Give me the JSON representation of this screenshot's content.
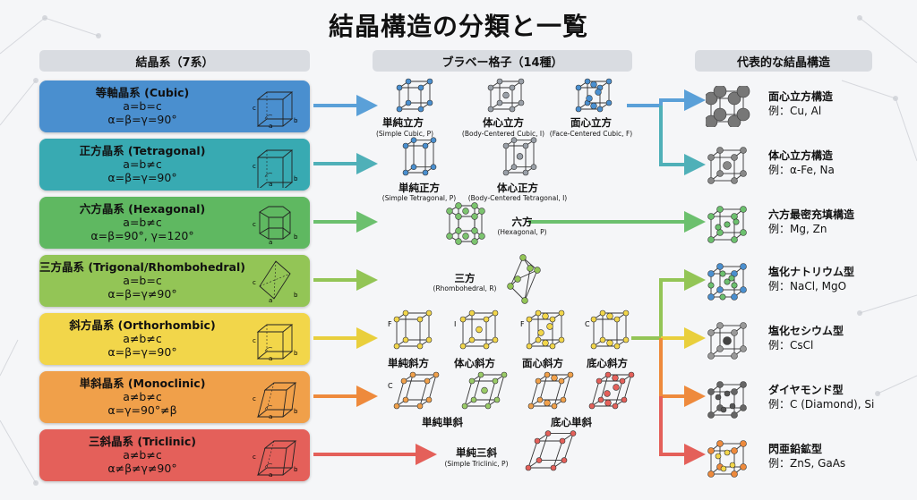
{
  "title": "結晶構造の分類と一覧",
  "headers": {
    "systems": "結晶系（7系）",
    "bravais": "ブラベー格子（14種）",
    "examples": "代表的な結晶構造"
  },
  "systems": [
    {
      "name": "等軸晶系 (Cubic)",
      "rel1": "a=b=c",
      "rel2": "α=β=γ=90°",
      "color": "#4a8fcf"
    },
    {
      "name": "正方晶系 (Tetragonal)",
      "rel1": "a=b≠c",
      "rel2": "α=β=γ=90°",
      "color": "#38aab2"
    },
    {
      "name": "六方晶系 (Hexagonal)",
      "rel1": "a=b≠c",
      "rel2": "α=β=90°, γ=120°",
      "color": "#5fb861"
    },
    {
      "name": "三方晶系 (Trigonal/Rhombohedral)",
      "rel1": "a=b=c",
      "rel2": "α=β=γ≠90°",
      "color": "#93c556"
    },
    {
      "name": "斜方晶系 (Orthorhombic)",
      "rel1": "a≠b≠c",
      "rel2": "α=β=γ=90°",
      "color": "#f2d64a"
    },
    {
      "name": "単斜晶系 (Monoclinic)",
      "rel1": "a≠b≠c",
      "rel2": "α=γ=90°≠β",
      "color": "#f0a04a"
    },
    {
      "name": "三斜晶系 (Triclinic)",
      "rel1": "a≠b≠c",
      "rel2": "α≠β≠γ≠90°",
      "color": "#e4605a"
    }
  ],
  "lattices": {
    "cubic_p": {
      "label": "単純立方",
      "sub": "(Simple Cubic, P)"
    },
    "cubic_i": {
      "label": "体心立方",
      "sub": "(Body-Centered Cubic, I)"
    },
    "cubic_f": {
      "label": "面心立方",
      "sub": "(Face-Centered Cubic, F)"
    },
    "tet_p": {
      "label": "単純正方",
      "sub": "(Simple Tetragonal, P)"
    },
    "tet_i": {
      "label": "体心正方",
      "sub": "(Body-Centered Tetragonal, I)"
    },
    "hex": {
      "label": "六方",
      "sub": "(Hexagonal, P)"
    },
    "rhombo": {
      "label": "三方",
      "sub": "(Rhombohedral, R)"
    },
    "ortho_p": {
      "label": "単純斜方"
    },
    "ortho_i": {
      "label": "体心斜方"
    },
    "ortho_f": {
      "label": "面心斜方"
    },
    "ortho_c": {
      "label": "底心斜方"
    },
    "mono_p": {
      "label": "単純単斜"
    },
    "mono_c": {
      "label": "底心単斜"
    },
    "tri": {
      "label": "単純三斜",
      "sub": "(Simple Triclinic, P)"
    }
  },
  "examples": [
    {
      "name": "面心立方構造",
      "ex": "例：Cu, Al",
      "icon": "fcc-structure-icon"
    },
    {
      "name": "体心立方構造",
      "ex": "例：α-Fe, Na",
      "icon": "bcc-structure-icon"
    },
    {
      "name": "六方最密充填構造",
      "ex": "例：Mg, Zn",
      "icon": "hcp-structure-icon"
    },
    {
      "name": "塩化ナトリウム型",
      "ex": "例：NaCl, MgO",
      "icon": "nacl-structure-icon"
    },
    {
      "name": "塩化セシウム型",
      "ex": "例：CsCl",
      "icon": "cscl-structure-icon"
    },
    {
      "name": "ダイヤモンド型",
      "ex": "例：C (Diamond), Si",
      "icon": "diamond-structure-icon"
    },
    {
      "name": "閃亜鉛鉱型",
      "ex": "例：ZnS, GaAs",
      "icon": "zincblende-structure-icon"
    }
  ],
  "letters": {
    "a": "a",
    "b": "b",
    "c": "c",
    "C": "C",
    "F": "F",
    "I": "I",
    "P": "P"
  },
  "colors": {
    "arrow_blue": "#5aa0d8",
    "arrow_teal": "#4fb0b8",
    "arrow_green": "#6cc06e",
    "arrow_yellow": "#e9cf3c",
    "arrow_orange": "#ee8a3c",
    "arrow_red": "#e4605a"
  }
}
